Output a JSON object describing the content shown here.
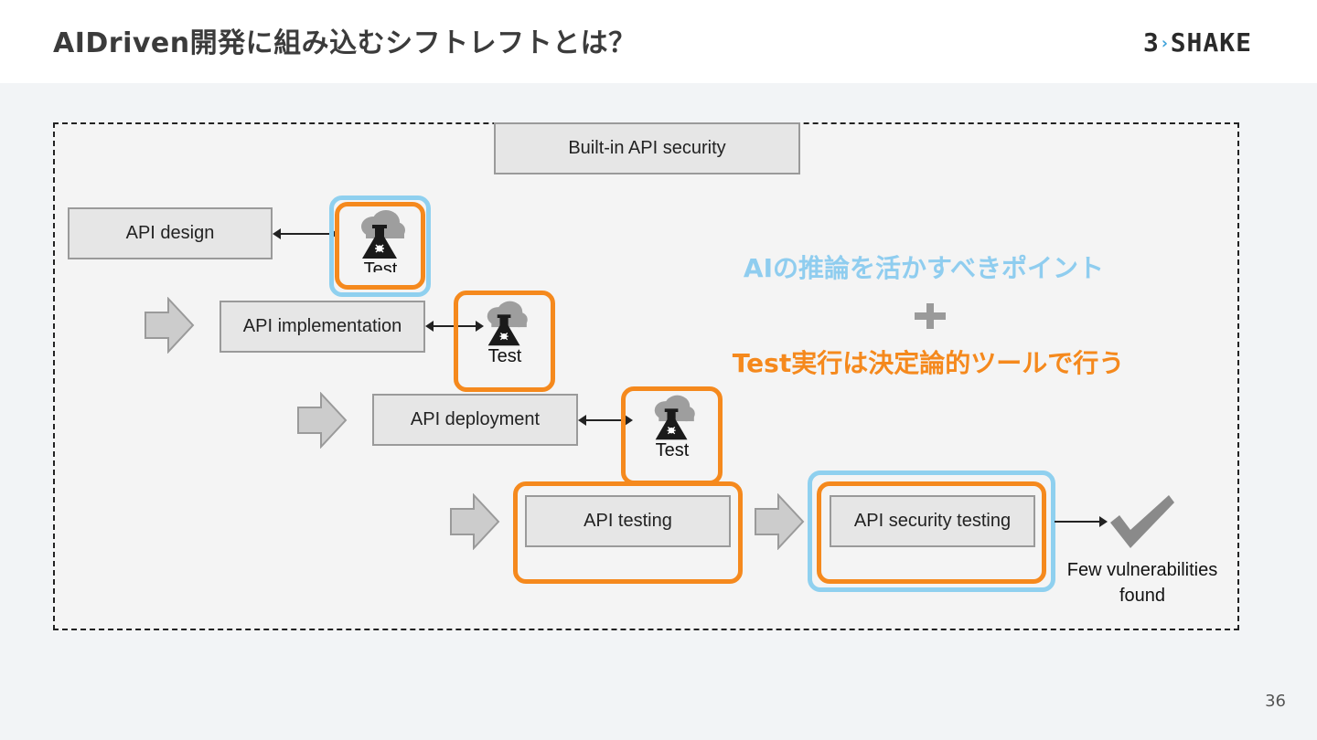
{
  "header": {
    "title": "AIDriven開発に組み込むシフトレフトとは？",
    "logo_left": "3",
    "logo_arrow": "›",
    "logo_right": "SHAKE"
  },
  "page_number": "36",
  "diagram": {
    "banner": "Built-in API security",
    "stages": [
      {
        "label": "API design",
        "test_label": "Test"
      },
      {
        "label": "API implementation",
        "test_label": "Test"
      },
      {
        "label": "API deployment",
        "test_label": "Test"
      },
      {
        "label": "API testing"
      },
      {
        "label": "API security testing"
      }
    ],
    "result_line1": "Few vulnerabilities",
    "result_line2": "found"
  },
  "callouts": {
    "ai_point": "AIの推論を活かすべきポイント",
    "deterministic": "Test実行は決定論的ツールで行う"
  },
  "colors": {
    "highlight_orange": "#f5891d",
    "highlight_blue": "#8fd0ef",
    "box_fill": "#e6e6e6"
  }
}
